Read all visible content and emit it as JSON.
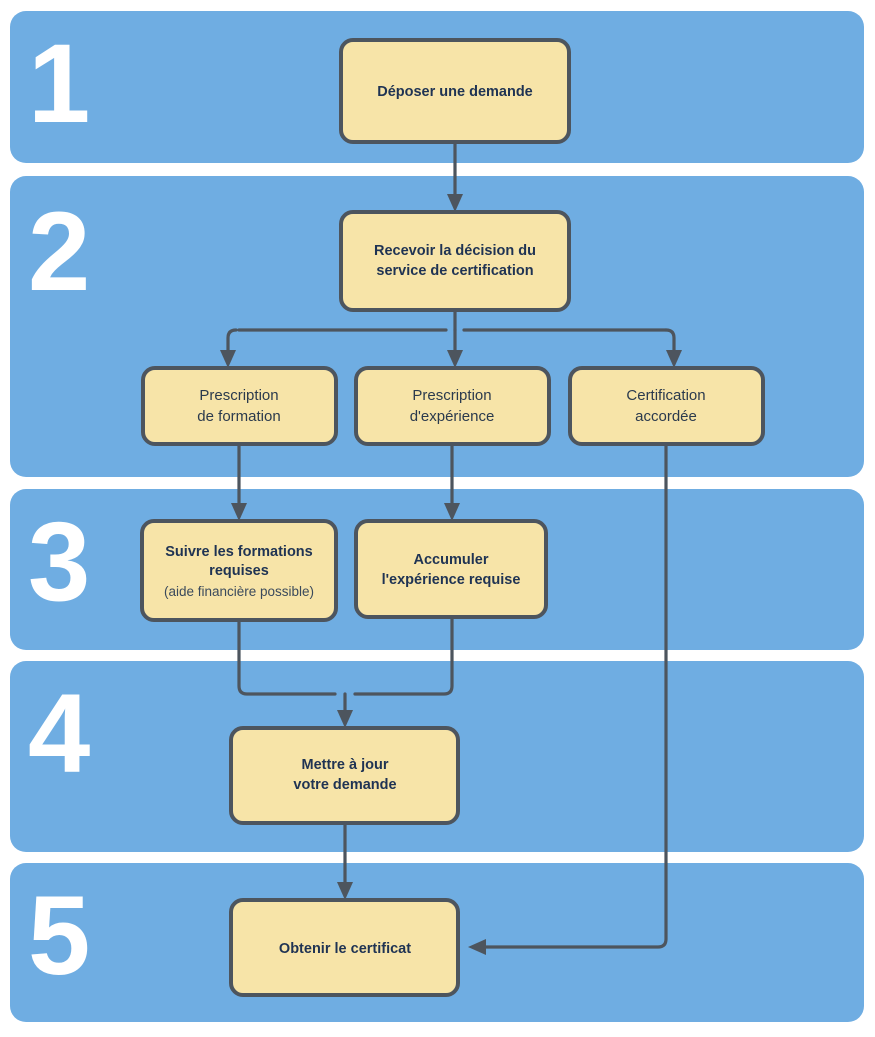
{
  "diagram": {
    "title_text": "",
    "type": "flowchart",
    "colors": {
      "band": "#6FADE2",
      "node_fill": "#F7E4A8",
      "node_stroke": "#4D555E",
      "connector": "#4D555E",
      "step_number": "#FFFFFF",
      "text_bold": "#1F3353",
      "text_regular": "#2B3A4D",
      "page_background": "#FFFFFF"
    },
    "steps": [
      {
        "number": "1"
      },
      {
        "number": "2"
      },
      {
        "number": "3"
      },
      {
        "number": "4"
      },
      {
        "number": "5"
      }
    ],
    "nodes": [
      {
        "id": "deposer",
        "step": "1",
        "style": "bold",
        "lines": [
          "Déposer une demande"
        ]
      },
      {
        "id": "recevoir",
        "step": "2",
        "style": "bold",
        "lines": [
          "Recevoir la décision du",
          "service de certification"
        ]
      },
      {
        "id": "presc-form",
        "step": "2",
        "style": "regular",
        "lines": [
          "Prescription",
          "de formation"
        ]
      },
      {
        "id": "presc-exp",
        "step": "2",
        "style": "regular",
        "lines": [
          "Prescription",
          "d'expérience"
        ]
      },
      {
        "id": "cert-acc",
        "step": "2",
        "style": "regular",
        "lines": [
          "Certification",
          "accordée"
        ]
      },
      {
        "id": "suivre",
        "step": "3",
        "style": "bold",
        "lines": [
          "Suivre les formations",
          "requises"
        ],
        "sublines": [
          "(aide financière possible)"
        ]
      },
      {
        "id": "accumuler",
        "step": "3",
        "style": "bold",
        "lines": [
          "Accumuler",
          "l'expérience requise"
        ]
      },
      {
        "id": "mettre-ajour",
        "step": "4",
        "style": "bold",
        "lines": [
          "Mettre à jour",
          "votre demande"
        ]
      },
      {
        "id": "obtenir",
        "step": "5",
        "style": "bold",
        "lines": [
          "Obtenir le certificat"
        ]
      }
    ],
    "edges": [
      {
        "from": "deposer",
        "to": "recevoir"
      },
      {
        "from": "recevoir",
        "to": "presc-form"
      },
      {
        "from": "recevoir",
        "to": "presc-exp"
      },
      {
        "from": "recevoir",
        "to": "cert-acc"
      },
      {
        "from": "presc-form",
        "to": "suivre"
      },
      {
        "from": "presc-exp",
        "to": "accumuler"
      },
      {
        "from": "suivre",
        "to": "mettre-ajour"
      },
      {
        "from": "accumuler",
        "to": "mettre-ajour"
      },
      {
        "from": "mettre-ajour",
        "to": "obtenir"
      },
      {
        "from": "cert-acc",
        "to": "obtenir"
      }
    ],
    "text": {
      "step1_number": "1",
      "step2_number": "2",
      "step3_number": "3",
      "step4_number": "4",
      "step5_number": "5",
      "n1_l1": "Déposer une demande",
      "n2_l1": "Recevoir la décision du",
      "n2_l2": "service de certification",
      "n3_l1": "Prescription",
      "n3_l2": "de formation",
      "n4_l1": "Prescription",
      "n4_l2": "d'expérience",
      "n5_l1": "Certification",
      "n5_l2": "accordée",
      "n6_l1": "Suivre les formations",
      "n6_l2": "requises",
      "n6_l3": "(aide financière possible)",
      "n7_l1": "Accumuler",
      "n7_l2": "l'expérience requise",
      "n8_l1": "Mettre à jour",
      "n8_l2": "votre demande",
      "n9_l1": "Obtenir le certificat"
    }
  }
}
